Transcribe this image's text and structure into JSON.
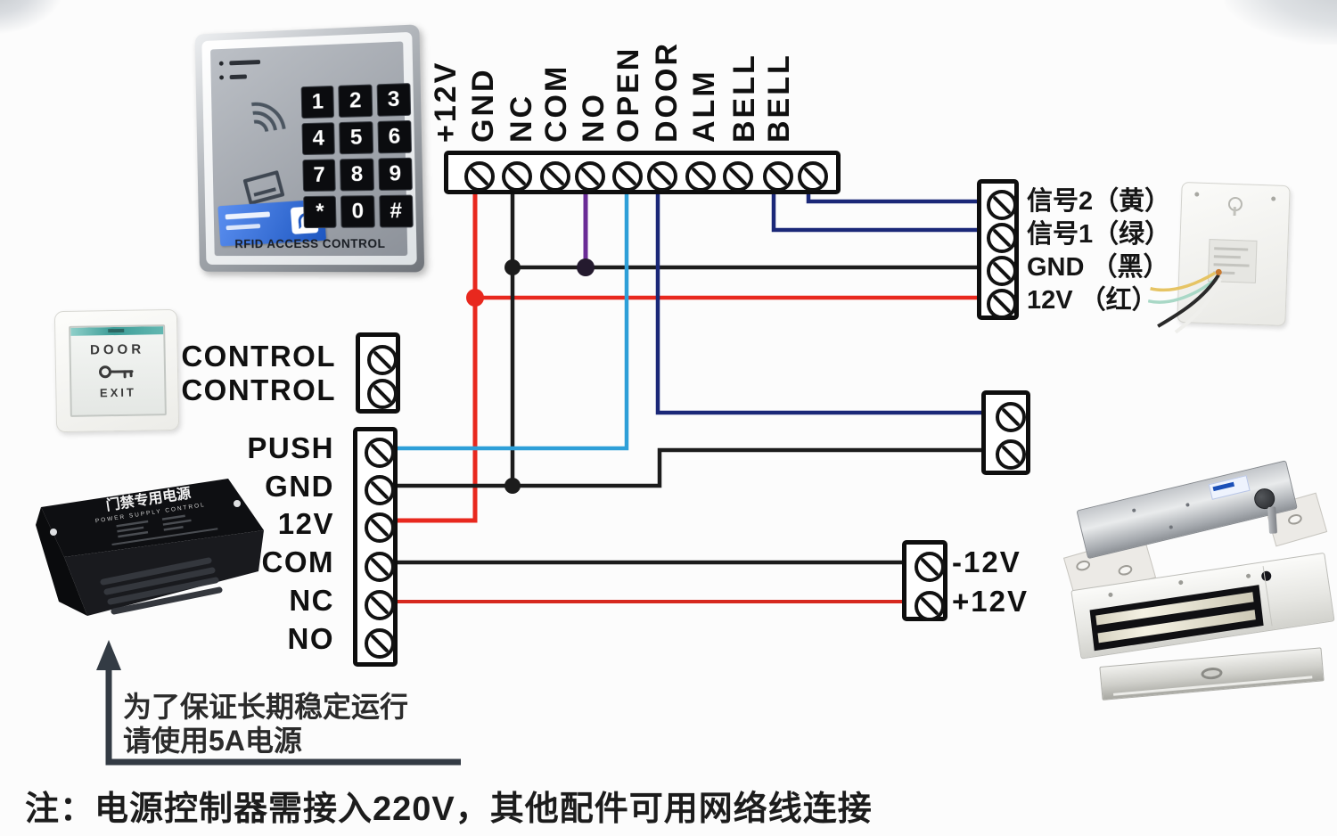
{
  "page": {
    "bottom_note": "注：电源控制器需接入220V，其他配件可用网络线连接",
    "stability_note_line1": "为了保证长期稳定运行",
    "stability_note_line2": "请使用5A电源"
  },
  "keypad": {
    "keys": [
      "1",
      "2",
      "3",
      "4",
      "5",
      "6",
      "7",
      "8",
      "9",
      "*",
      "0",
      "#"
    ],
    "brand_text": "RFID ACCESS CONTROL"
  },
  "top_terminal_block": {
    "labels": [
      "+12V",
      "GND",
      "NC",
      "COM",
      "NO",
      "OPEN",
      "DOOR",
      "ALM",
      "BELL",
      "BELL"
    ]
  },
  "control_block": {
    "labels": [
      "CONTROL",
      "CONTROL"
    ]
  },
  "power_terminal_block": {
    "labels": [
      "PUSH",
      "GND",
      "12V",
      "COM",
      "NC",
      "NO"
    ]
  },
  "signal_block": {
    "labels": [
      "信号2（黄）",
      "信号1（绿）",
      "GND （黑）",
      "12V （红）"
    ]
  },
  "dc_block": {
    "labels": [
      "-12V",
      "+12V"
    ]
  },
  "power_supply": {
    "title": "门禁专用电源",
    "subtitle": "POWER SUPPLY CONTROL"
  },
  "exit_button": {
    "line1": "DOOR",
    "line2": "EXIT"
  },
  "wire_colors": {
    "red": "#e8281e",
    "black": "#1c1c1c",
    "purple": "#6a2c96",
    "light_blue": "#2e9fd8",
    "dark_blue": "#1b2878",
    "note_line": "#333b44"
  }
}
